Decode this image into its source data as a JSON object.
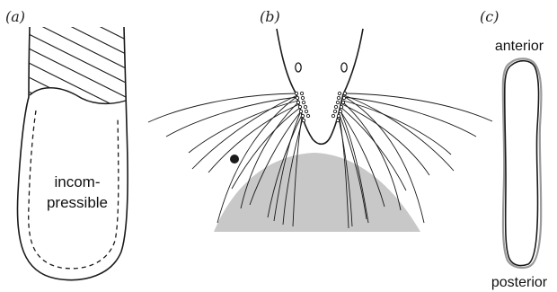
{
  "figure": {
    "panel_a": {
      "label": "(a)",
      "region_text_1": "incom-",
      "region_text_2": "pressible"
    },
    "panel_b": {
      "label": "(b)"
    },
    "panel_c": {
      "label": "(c)",
      "top_text": "anterior",
      "bottom_text": "posterior"
    }
  },
  "colors": {
    "ink": "#1a1a1a",
    "grey_fill": "#c8c8c8",
    "outline_grey": "#9a9a9a"
  }
}
